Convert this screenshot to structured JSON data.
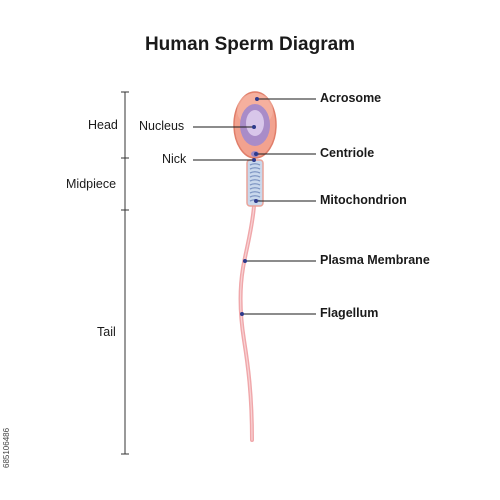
{
  "title": "Human Sperm Diagram",
  "regions": [
    {
      "label": "Head"
    },
    {
      "label": "Midpiece"
    },
    {
      "label": "Tail"
    }
  ],
  "labels_left": [
    {
      "label": "Nucleus"
    },
    {
      "label": "Nick"
    }
  ],
  "labels_right": [
    {
      "label": "Acrosome"
    },
    {
      "label": "Centriole"
    },
    {
      "label": "Mitochondrion"
    },
    {
      "label": "Plasma Membrane"
    },
    {
      "label": "Flagellum"
    }
  ],
  "stock_id": "685106486",
  "colors": {
    "head_fill": "#f2a28f",
    "head_outline": "#e07e6a",
    "nucleus_outer": "#a98cc8",
    "nucleus_inner": "#d8c6ea",
    "midpiece_fill": "#c9d8ec",
    "midpiece_coil": "#7f96c4",
    "tail": "#f0a7aa",
    "leader": "#1a1a1a",
    "dot": "#2e3a8c"
  }
}
